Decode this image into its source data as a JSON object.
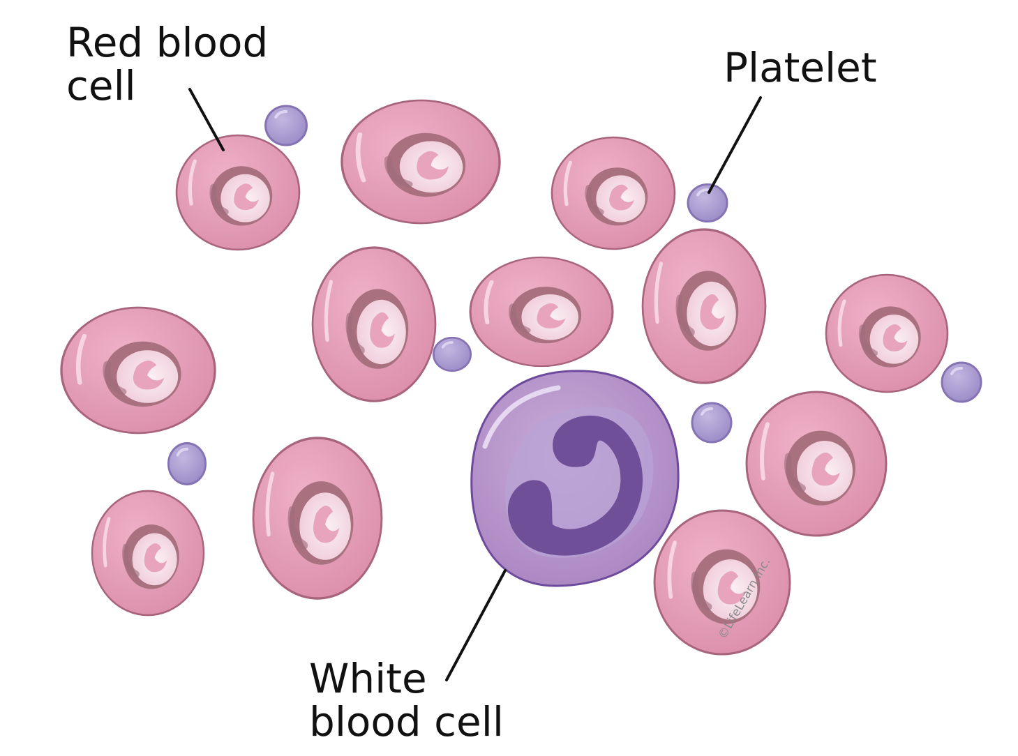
{
  "labels": {
    "red_blood_cell": [
      "Red blood",
      "cell"
    ],
    "platelet": "Platelet",
    "white_blood_cell": [
      "White",
      "blood cell"
    ]
  },
  "credit": "©LifeLearn Inc.",
  "colors": {
    "rbc_fill": "#e39ab4",
    "rbc_stroke": "#a8647c",
    "rbc_center": "#f4dde6",
    "rbc_shadow": "#9e6a7b",
    "platelet_fill": "#a99bd0",
    "platelet_stroke": "#8573b4",
    "wbc_fill": "#b796c8",
    "wbc_stroke": "#6d4a9c",
    "wbc_nucleus": "#6f4f98",
    "leader_line": "#111111"
  }
}
